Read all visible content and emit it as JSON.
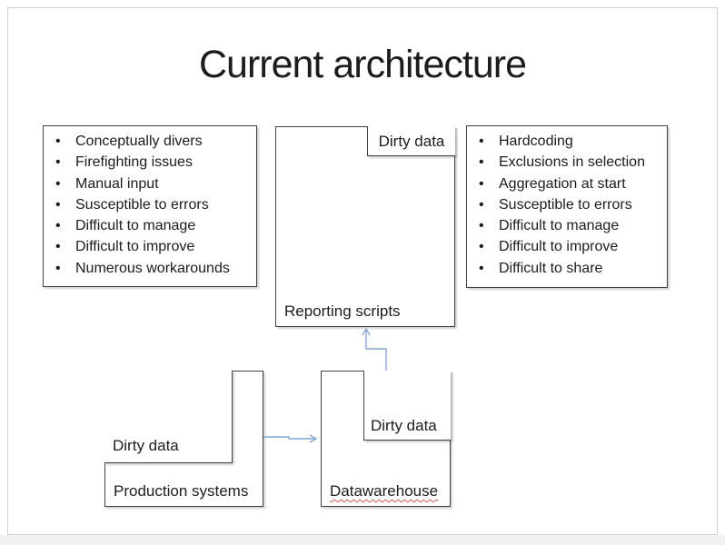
{
  "slide": {
    "title": "Current architecture",
    "left_panel": {
      "items": [
        "Conceptually divers",
        "Firefighting issues",
        "Manual input",
        "Susceptible to errors",
        "Difficult to manage",
        "Difficult to improve",
        "Numerous workarounds"
      ]
    },
    "right_panel": {
      "items": [
        "Hardcoding",
        "Exclusions in selection",
        "Aggregation at start",
        "Susceptible to errors",
        "Difficult to manage",
        "Difficult to improve",
        "Difficult to share"
      ]
    },
    "reporting_box": {
      "label": "Reporting scripts",
      "tag": "Dirty data"
    },
    "production_box": {
      "label": "Production systems",
      "tag": "Dirty data"
    },
    "datawarehouse_box": {
      "label": "Datawarehouse",
      "tag": "Dirty data"
    }
  },
  "colors": {
    "arrow": "#84a7d8",
    "box_border": "#3f3f3f",
    "text": "#1c1c1c",
    "misspell": "#e05252",
    "frame_border": "#cfcfcf",
    "band_bg": "#f0f1f2"
  }
}
